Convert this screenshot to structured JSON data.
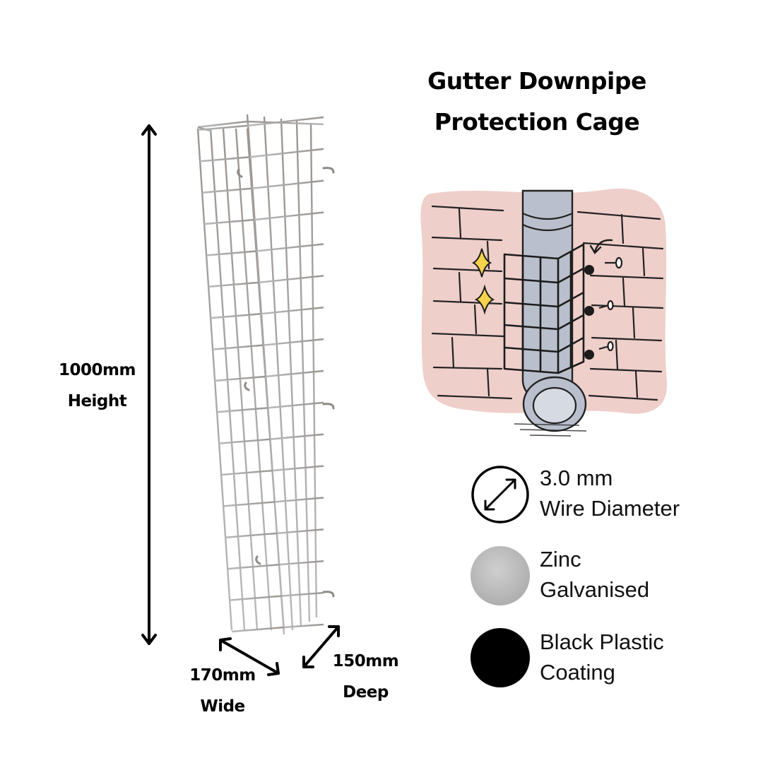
{
  "title": {
    "line1": "Gutter Downpipe",
    "line2": "Protection Cage"
  },
  "dimensions": {
    "height": {
      "value": "1000mm",
      "label": "Height"
    },
    "width": {
      "value": "170mm",
      "label": "Wide"
    },
    "depth": {
      "value": "150mm",
      "label": "Deep"
    }
  },
  "features": [
    {
      "icon": "diameter-arrow-icon",
      "line1": "3.0 mm",
      "line2": "Wire Diameter"
    },
    {
      "icon": "zinc-swatch",
      "line1": "Zinc",
      "line2": "Galvanised",
      "color": "#b8b8b8"
    },
    {
      "icon": "black-swatch",
      "line1": "Black Plastic",
      "line2": "Coating",
      "color": "#000000"
    }
  ],
  "colors": {
    "illustration_background": "#efcfca",
    "pipe": "#b9bfcc",
    "sparkle": "#f5d34a"
  }
}
